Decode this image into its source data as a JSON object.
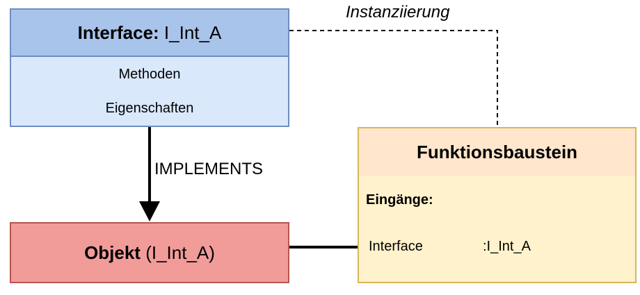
{
  "interface_box": {
    "title_bold": "Interface:",
    "title_name": " I_Int_A",
    "rows": [
      "Methoden",
      "Eigenschaften"
    ]
  },
  "object_box": {
    "name_bold": "Objekt",
    "type": " (I_Int_A)"
  },
  "function_block": {
    "title": "Funktionsbaustein",
    "inputs_header": "Eingänge:",
    "port": {
      "name": "Interface",
      "type": ":I_Int_A"
    }
  },
  "edges": {
    "implements": "IMPLEMENTS",
    "instantiation": "Instanziierung"
  },
  "colors": {
    "interface_header": "#a9c4eb",
    "interface_rows": "#dae8fc",
    "interface_border": "#6c8ebf",
    "object_fill": "#f19c99",
    "object_border": "#b85450",
    "fb_header": "#ffe6cc",
    "fb_body": "#fff2cc",
    "fb_border": "#d6b656"
  }
}
